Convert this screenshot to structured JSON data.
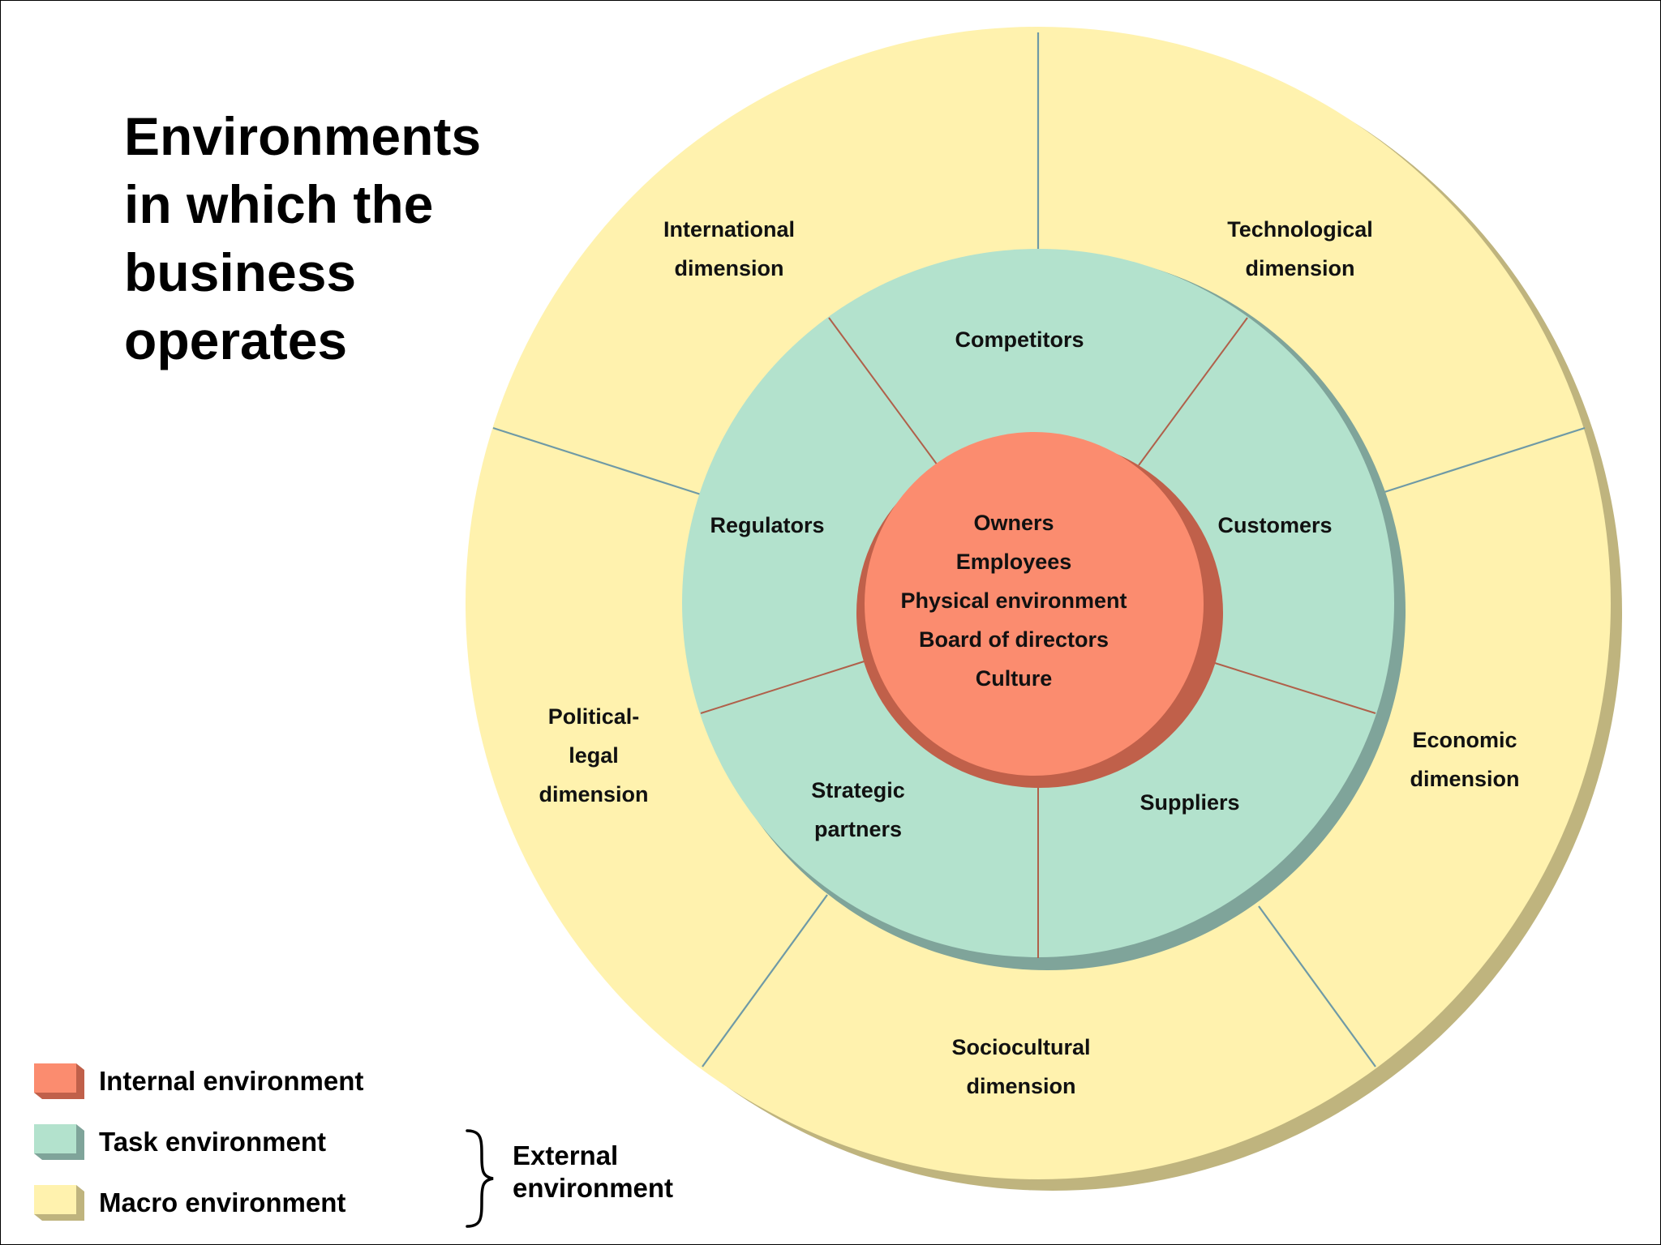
{
  "title": [
    "Environments",
    "in which the",
    "business",
    "operates"
  ],
  "rings": {
    "internal": {
      "name": "Internal environment",
      "color": "#fb8c6f",
      "shadow": "#c0604a",
      "items": [
        "Owners",
        "Employees",
        "Physical environment",
        "Board of directors",
        "Culture"
      ]
    },
    "task": {
      "name": "Task environment",
      "color": "#b3e2cd",
      "shadow": "#7fa49a",
      "line_color": "#b0604a",
      "segments": [
        {
          "lines": [
            "Competitors"
          ]
        },
        {
          "lines": [
            "Customers"
          ]
        },
        {
          "lines": [
            "Suppliers"
          ]
        },
        {
          "lines": [
            "Strategic",
            "partners"
          ]
        },
        {
          "lines": [
            "Regulators"
          ]
        }
      ]
    },
    "macro": {
      "name": "Macro environment",
      "color": "#fff2ae",
      "shadow": "#bfb47e",
      "line_color": "#6f9aa6",
      "segments": [
        {
          "lines": [
            "International",
            "dimension"
          ]
        },
        {
          "lines": [
            "Technological",
            "dimension"
          ]
        },
        {
          "lines": [
            "Economic",
            "dimension"
          ]
        },
        {
          "lines": [
            "Sociocultural",
            "dimension"
          ]
        },
        {
          "lines": [
            "Political-",
            "legal",
            "dimension"
          ]
        }
      ]
    }
  },
  "legend": [
    {
      "label": "Internal environment",
      "color": "#fb8c6f",
      "side": "#c0604a"
    },
    {
      "label": "Task environment",
      "color": "#b3e2cd",
      "side": "#7fa49a"
    },
    {
      "label": "Macro environment",
      "color": "#fff2ae",
      "side": "#bfb47e"
    }
  ],
  "external_label": [
    "External",
    "environment"
  ]
}
